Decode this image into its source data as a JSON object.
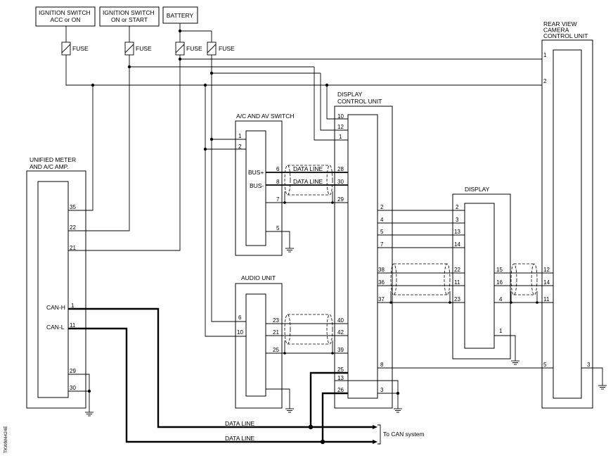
{
  "diagram_id": "TKWM4424E",
  "sources": {
    "ign_acc": "IGNITION SWITCH\nACC or ON",
    "ign_start": "IGNITION SWITCH\nON or START",
    "battery": "BATTERY",
    "fuse": "FUSE"
  },
  "units": {
    "unified_meter": {
      "title": "UNIFIED METER\nAND A/C AMP.",
      "pins": {
        "p35": "35",
        "p22": "22",
        "p21": "21",
        "p1": "1",
        "p11": "11",
        "p29": "29",
        "p30": "30"
      },
      "signals": {
        "can_h": "CAN-H",
        "can_l": "CAN-L"
      }
    },
    "ac_av_switch": {
      "title": "A/C AND AV SWITCH",
      "pins": {
        "p1": "1",
        "p2": "2",
        "p6": "6",
        "p8": "8",
        "p7": "7",
        "p5": "5"
      },
      "signals": {
        "bus_plus": "BUS+",
        "bus_minus": "BUS-"
      }
    },
    "audio_unit": {
      "title": "AUDIO UNIT",
      "pins": {
        "p6": "6",
        "p10": "10",
        "p23": "23",
        "p21": "21",
        "p25": "25"
      }
    },
    "display_control_unit": {
      "title": "DISPLAY\nCONTROL UNIT",
      "pins_left": {
        "p10": "10",
        "p12": "12",
        "p1": "1",
        "p28": "28",
        "p30": "30",
        "p29": "29",
        "p40": "40",
        "p42": "42",
        "p39": "39",
        "p25": "25",
        "p13": "13",
        "p26": "26"
      },
      "pins_right": {
        "p2": "2",
        "p4": "4",
        "p5": "5",
        "p7": "7",
        "p38": "38",
        "p36": "36",
        "p37": "37",
        "p8": "8",
        "p3": "3"
      }
    },
    "display": {
      "title": "DISPLAY",
      "pins_left": {
        "p2": "2",
        "p3": "3",
        "p13": "13",
        "p14": "14",
        "p22": "22",
        "p11": "11",
        "p23": "23"
      },
      "pins_right": {
        "p15": "15",
        "p16": "16",
        "p4": "4",
        "p1": "1"
      }
    },
    "rear_view_camera": {
      "title": "REAR VIEW\nCAMERA\nCONTROL UNIT",
      "pins": {
        "p1": "1",
        "p2": "2",
        "p12": "12",
        "p14": "14",
        "p11": "11",
        "p5": "5",
        "p3": "3"
      }
    }
  },
  "wire_labels": {
    "data_line_1": "DATA LINE",
    "data_line_2": "DATA LINE",
    "data_line_can_h": "DATA LINE",
    "data_line_can_l": "DATA LINE",
    "to_can": "To CAN system"
  }
}
